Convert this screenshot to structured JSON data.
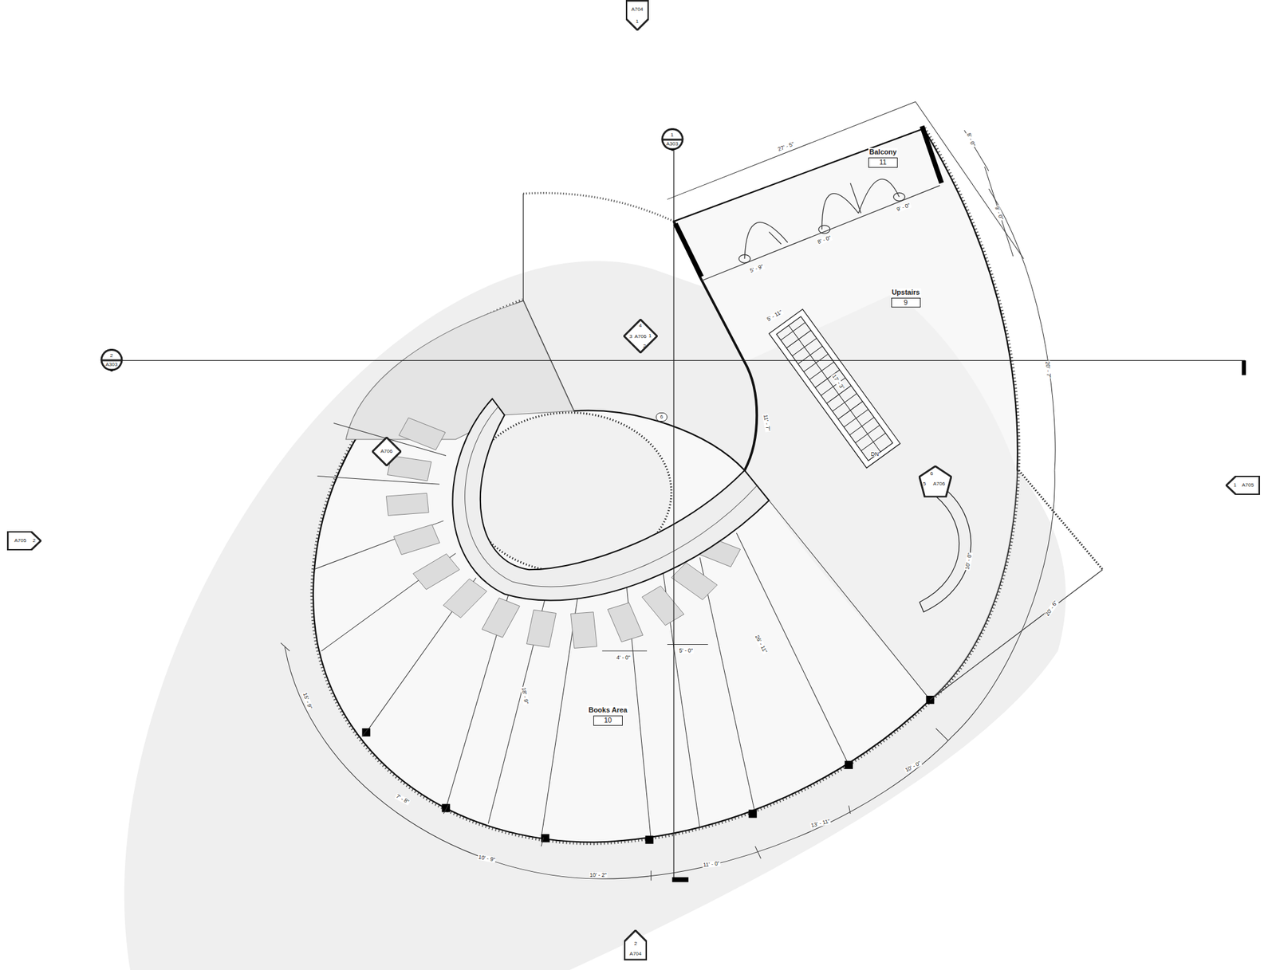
{
  "diagram": {
    "nodes": [
      {
        "text": [
          "Balcony",
          "11"
        ]
      },
      {
        "text": [
          "Upstairs",
          "9"
        ]
      },
      {
        "text": [
          "Books Area",
          "10"
        ]
      },
      {
        "text": [
          "A704",
          "1"
        ]
      },
      {
        "text": [
          "1",
          "A303"
        ]
      },
      {
        "text": [
          "2",
          "A303"
        ]
      },
      {
        "text": [
          "A706",
          "4",
          "1",
          "3",
          "2"
        ]
      },
      {
        "text": [
          "A706"
        ]
      },
      {
        "text": [
          "A706",
          "6",
          "5"
        ]
      },
      {
        "text": [
          "1",
          "A705"
        ]
      },
      {
        "text": [
          "A705",
          "2"
        ]
      },
      {
        "text": [
          "2",
          "A704"
        ]
      },
      {
        "text": [
          "6"
        ]
      }
    ],
    "labels": [
      "27' - 5\"",
      "8' - 0\"",
      "9' - 0\"",
      "20' - 7\"",
      "20' - 6\"",
      "10' - 0\"",
      "13' - 11\"",
      "11' - 0\"",
      "10' - 2\"",
      "10' - 9\"",
      "7' - 8\"",
      "15' - 9\"",
      "26' - 11\"",
      "18' - 9\"",
      "4' - 0\"",
      "5' - 0\"",
      "5' - 11\"",
      "17' - 3\"",
      "11' - 7\"",
      "5' - 9\"",
      "8' - 0\"",
      "9' - 0\"",
      "10' - 0\"",
      "DN"
    ]
  }
}
